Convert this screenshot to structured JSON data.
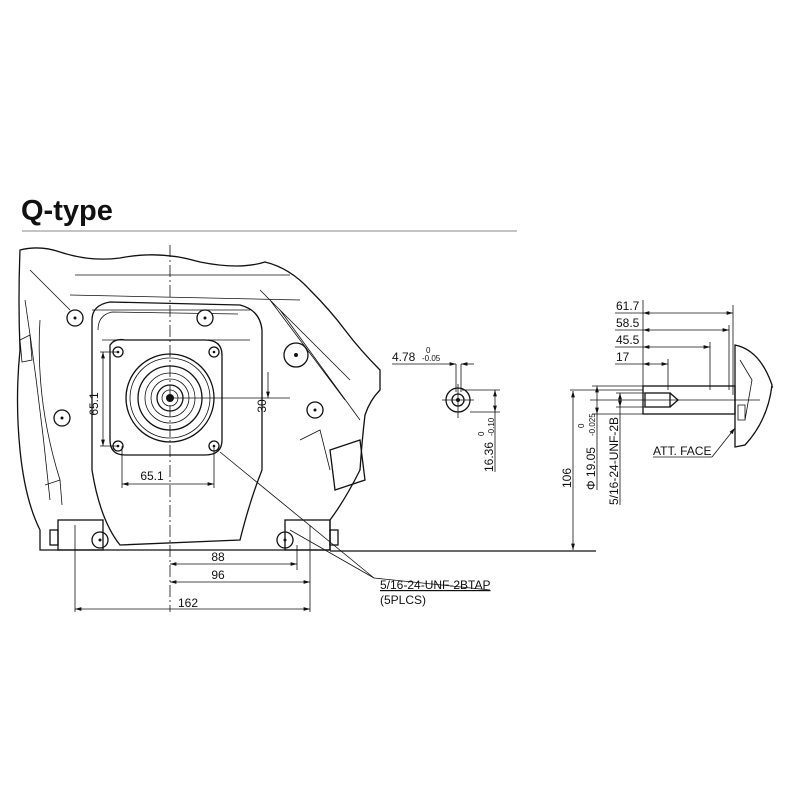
{
  "title": "Q-type",
  "front_view": {
    "dim_flange_vertical": "65.1",
    "dim_flange_horizontal": "65.1",
    "dim_offset": "30",
    "dim_88": "88",
    "dim_96": "96",
    "dim_162": "162",
    "tap_note": "5/16-24-UNF-2BTAP",
    "tap_count": "(5PLCS)"
  },
  "key_view": {
    "key_width": "4.78",
    "key_width_tol_upper": "0",
    "key_width_tol_lower": "-0.05",
    "key_depth": "16.36",
    "key_depth_tol_upper": "0",
    "key_depth_tol_lower": "-0.10"
  },
  "side_view": {
    "dim_61_7": "61.7",
    "dim_58_5": "58.5",
    "dim_45_5": "45.5",
    "dim_17": "17",
    "dim_106": "106",
    "shaft_dia": "Φ 19.05",
    "shaft_dia_tol_upper": "0",
    "shaft_dia_tol_lower": "-0.025",
    "shaft_thread": "5/16-24-UNF-2B",
    "att_face": "ATT. FACE"
  }
}
